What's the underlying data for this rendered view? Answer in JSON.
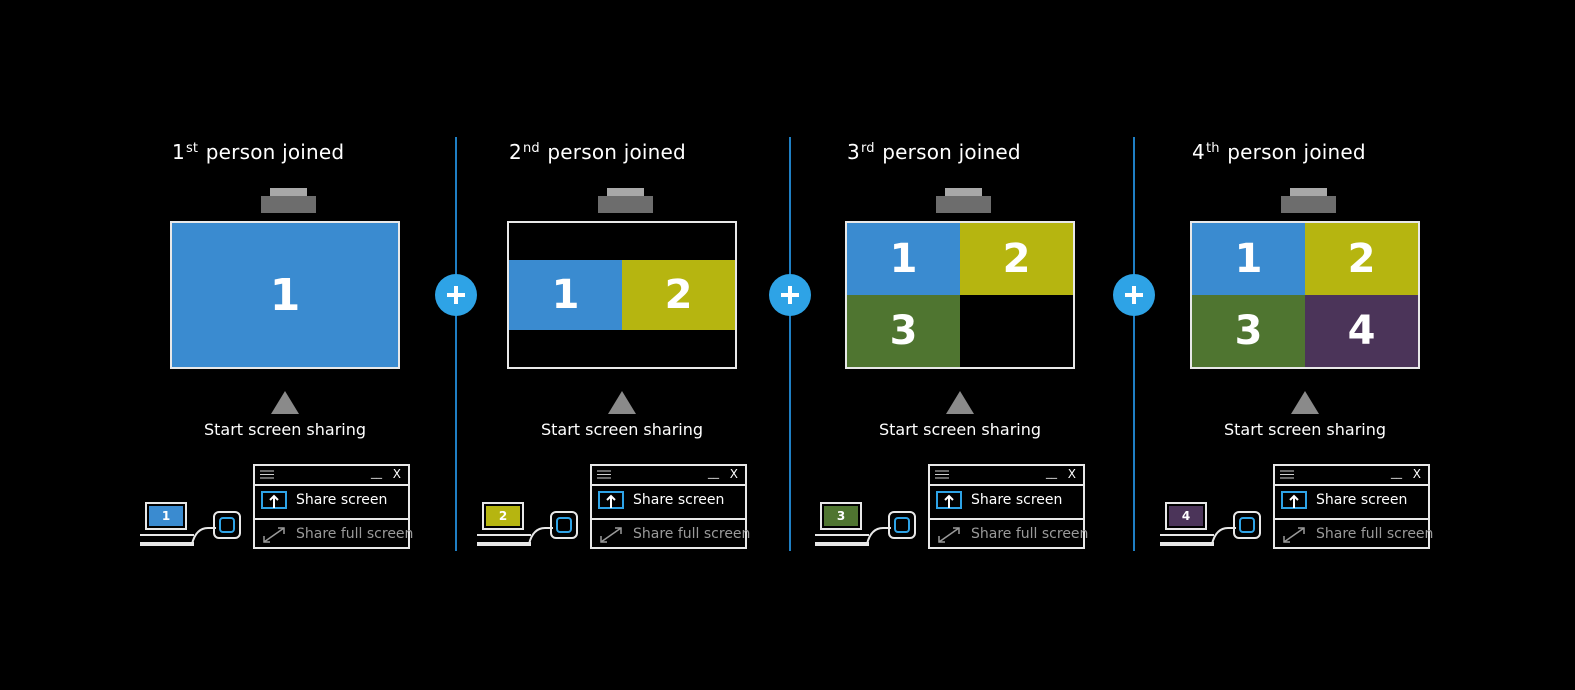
{
  "colors": {
    "background": "#000000",
    "accent": "#2ea3e6",
    "divider": "#1f7fc4",
    "user1": "#3a8bd0",
    "user2": "#b6b510",
    "user3": "#4f7530",
    "user4": "#4b3459"
  },
  "panels": [
    {
      "title_num": "1",
      "title_sup": "st",
      "title_text": " person joined",
      "tiles": [
        {
          "label": "1",
          "color_key": "user1"
        }
      ],
      "share_label": "Start screen sharing",
      "laptop_num": "1",
      "laptop_color_key": "user1",
      "window": {
        "minimize": "__",
        "close": "X",
        "share_screen": "Share screen",
        "share_full_screen": "Share full screen"
      }
    },
    {
      "title_num": "2",
      "title_sup": "nd",
      "title_text": " person joined",
      "tiles": [
        {
          "label": "1",
          "color_key": "user1"
        },
        {
          "label": "2",
          "color_key": "user2"
        }
      ],
      "share_label": "Start screen sharing",
      "laptop_num": "2",
      "laptop_color_key": "user2",
      "window": {
        "minimize": "__",
        "close": "X",
        "share_screen": "Share screen",
        "share_full_screen": "Share full screen"
      }
    },
    {
      "title_num": "3",
      "title_sup": "rd",
      "title_text": " person joined",
      "tiles": [
        {
          "label": "1",
          "color_key": "user1"
        },
        {
          "label": "2",
          "color_key": "user2"
        },
        {
          "label": "3",
          "color_key": "user3"
        }
      ],
      "share_label": "Start screen sharing",
      "laptop_num": "3",
      "laptop_color_key": "user3",
      "window": {
        "minimize": "__",
        "close": "X",
        "share_screen": "Share screen",
        "share_full_screen": "Share full screen"
      }
    },
    {
      "title_num": "4",
      "title_sup": "th",
      "title_text": " person joined",
      "tiles": [
        {
          "label": "1",
          "color_key": "user1"
        },
        {
          "label": "2",
          "color_key": "user2"
        },
        {
          "label": "3",
          "color_key": "user3"
        },
        {
          "label": "4",
          "color_key": "user4"
        }
      ],
      "share_label": "Start screen sharing",
      "laptop_num": "4",
      "laptop_color_key": "user4",
      "window": {
        "minimize": "__",
        "close": "X",
        "share_screen": "Share screen",
        "share_full_screen": "Share full screen"
      }
    }
  ],
  "icons": {
    "projector": "projector-icon",
    "plus": "plus-icon",
    "share_screen": "share-screen-icon",
    "share_full_screen": "share-full-screen-icon",
    "hamburger": "hamburger-menu-icon"
  }
}
